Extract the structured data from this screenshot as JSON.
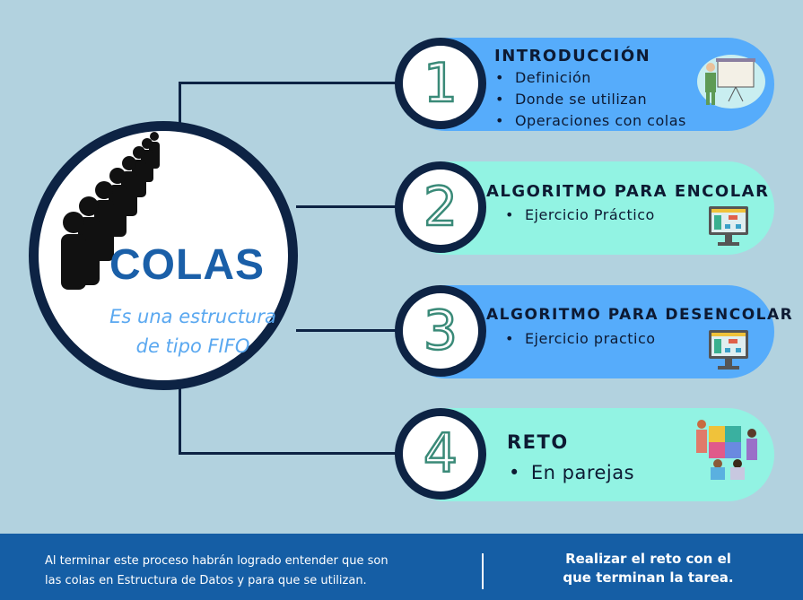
{
  "main": {
    "title": "COLAS",
    "subtitle_line1": "Es una estructura",
    "subtitle_line2": "de tipo FIFO"
  },
  "steps": [
    {
      "number": "1",
      "heading": "INTRODUCCIÓN",
      "items": [
        "Definición",
        "Donde se utilizan",
        "Operaciones con colas"
      ],
      "icon": "presentation-icon"
    },
    {
      "number": "2",
      "heading": "ALGORITMO PARA ENCOLAR",
      "items": [
        "Ejercicio Práctico"
      ],
      "icon": "computer-flowchart-icon"
    },
    {
      "number": "3",
      "heading": "ALGORITMO PARA DESENCOLAR",
      "items": [
        "Ejercicio practico"
      ],
      "icon": "computer-flowchart-icon"
    },
    {
      "number": "4",
      "heading": "RETO",
      "items": [
        "En parejas"
      ],
      "icon": "puzzle-team-icon"
    }
  ],
  "footer": {
    "left_line1": "Al terminar este proceso habrán logrado entender que son",
    "left_line2": "las colas en Estructura de Datos y para que se utilizan.",
    "right_line1": "Realizar el reto con el",
    "right_line2": "que terminan la tarea."
  }
}
